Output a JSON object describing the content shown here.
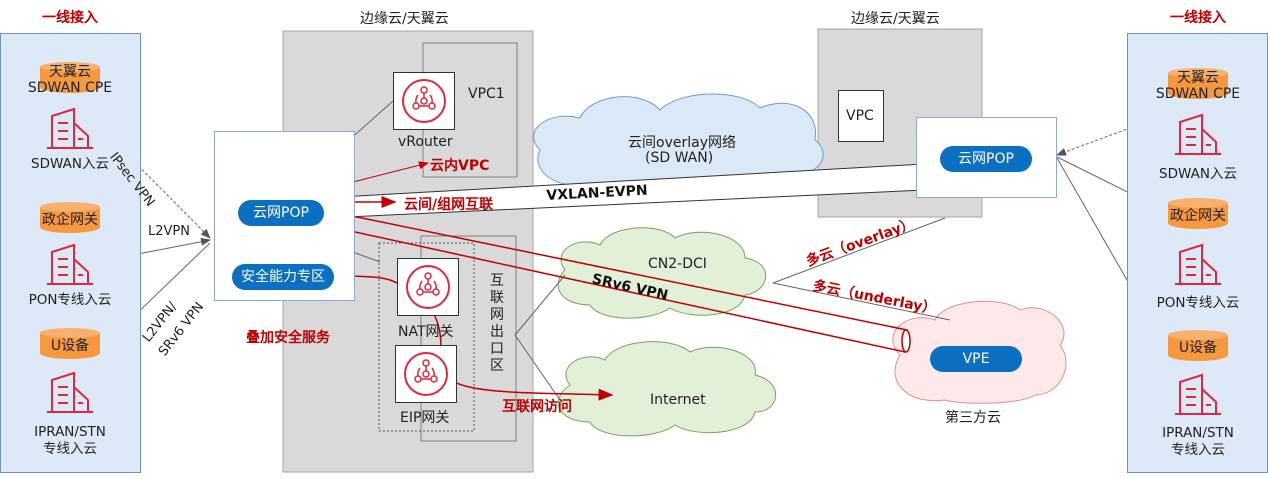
{
  "left_panel": {
    "title": "一线接入",
    "items": [
      {
        "device": "天翼云\nSDWAN CPE",
        "device_line1": "天翼云",
        "device_line2": "SDWAN CPE",
        "label": "SDWAN入云"
      },
      {
        "device": "政企网关",
        "label": "PON专线入云"
      },
      {
        "device": "U设备",
        "label_line1": "IPRAN/STN",
        "label_line2": "专线入云"
      }
    ]
  },
  "right_panel": {
    "title": "一线接入",
    "items": [
      {
        "device_line1": "天翼云",
        "device_line2": "SDWAN CPE",
        "label": "SDWAN入云"
      },
      {
        "device": "政企网关",
        "label": "PON专线入云"
      },
      {
        "device": "U设备",
        "label_line1": "IPRAN/STN",
        "label_line2": "专线入云"
      }
    ]
  },
  "left_links": {
    "ipsec": "IPsec VPN",
    "l2vpn": "L2VPN",
    "l2vpn_srv6_line1": "L2VPN/",
    "l2vpn_srv6_line2": "SRv6 VPN"
  },
  "left_cloud": {
    "title": "边缘云/天翼云",
    "vpc1": "VPC1",
    "vrouter": "vRouter",
    "pop": "云网POP",
    "security_zone": "安全能力专区",
    "security_service": "叠加安全服务",
    "nat_gateway": "NAT网关",
    "eip_gateway": "EIP网关",
    "internet_exit_zone": [
      "互",
      "联",
      "网",
      "出",
      "口",
      "区"
    ]
  },
  "right_cloud": {
    "title": "边缘云/天翼云",
    "vpc": "VPC",
    "pop": "云网POP"
  },
  "flows": {
    "intra_vpc": "云内VPC",
    "inter_cloud": "云间/组网互联",
    "vxlan": "VXLAN-EVPN",
    "srv6": "SRv6 VPN",
    "internet_access": "互联网访问",
    "multi_overlay": "多云（overlay）",
    "multi_underlay": "多云（underlay）"
  },
  "networks": {
    "overlay_line1": "云间overlay网络",
    "overlay_line2": "(SD WAN)",
    "cn2": "CN2-DCI",
    "internet": "Internet",
    "third_party_cloud": "第三方云",
    "vpe": "VPE"
  },
  "colors": {
    "accent_red": "#c00000",
    "pop_blue": "#0b6fc2",
    "panel_blue": "#dde9f6",
    "device_orange": "#f6983e",
    "cloud_green": "#e2efd9",
    "cloud_blue": "#dbe9f7",
    "cloud_pink": "#fde9e9"
  }
}
